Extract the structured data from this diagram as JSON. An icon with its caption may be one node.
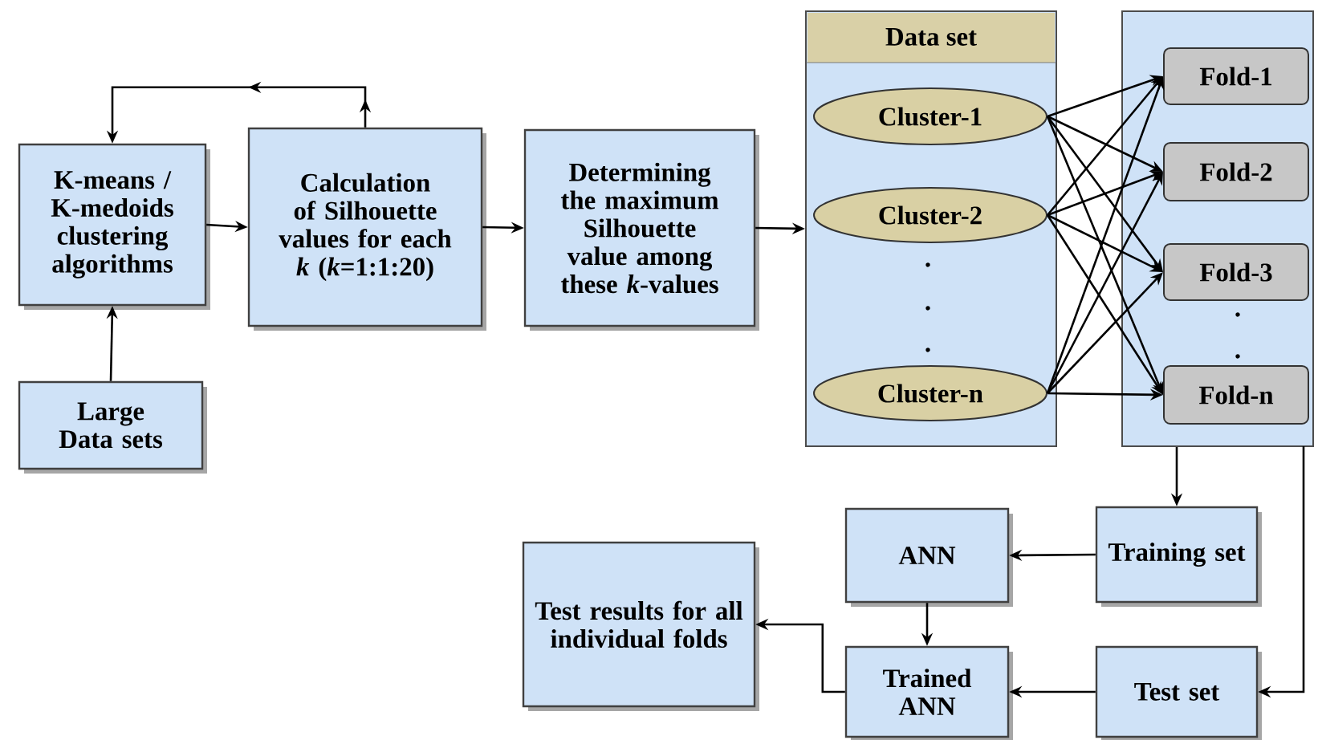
{
  "diagram": {
    "nodes": [
      {
        "text": [
          "Large Data sets"
        ]
      },
      {
        "text": [
          "K-means / K-medoids clustering algorithms"
        ]
      },
      {
        "text": [
          "Calculation of Silhouette values for each *k* (*k*=1:1:20)"
        ]
      },
      {
        "text": [
          "Determining the maximum Silhouette value among these *k*-values"
        ]
      },
      {
        "text": [
          "Data set"
        ]
      },
      {
        "text": [
          "Cluster-1"
        ],
        "in": 4
      },
      {
        "text": [
          "Cluster-2"
        ],
        "in": 4
      },
      {
        "text": [
          "Cluster-n"
        ],
        "in": 4
      },
      {
        "text": [],
        "shape": "box"
      },
      {
        "text": [
          "Fold-1"
        ],
        "in": 8
      },
      {
        "text": [
          "Fold-2"
        ],
        "in": 8
      },
      {
        "text": [
          "Fold-3"
        ],
        "in": 8
      },
      {
        "text": [
          "Fold-n"
        ],
        "in": 8
      },
      {
        "text": [
          "Training set"
        ]
      },
      {
        "text": [
          "ANN"
        ]
      },
      {
        "text": [
          "Test set"
        ]
      },
      {
        "text": [
          "Trained ANN"
        ]
      },
      {
        "text": [
          "Test results for all individual folds"
        ]
      }
    ],
    "edges": [
      {
        "from": 0,
        "to": 1,
        "arrow": "to"
      },
      {
        "from": 1,
        "to": 2,
        "arrow": "to"
      },
      {
        "from": 2,
        "to": 1,
        "arrow": "to"
      },
      {
        "from": 2,
        "to": 3,
        "arrow": "to"
      },
      {
        "from": 3,
        "to": 4,
        "arrow": "to"
      },
      {
        "from": 5,
        "to": 9,
        "arrow": "to"
      },
      {
        "from": 5,
        "to": 10,
        "arrow": "to"
      },
      {
        "from": 5,
        "to": 11,
        "arrow": "to"
      },
      {
        "from": 5,
        "to": 12,
        "arrow": "to"
      },
      {
        "from": 6,
        "to": 9,
        "arrow": "to"
      },
      {
        "from": 6,
        "to": 10,
        "arrow": "to"
      },
      {
        "from": 6,
        "to": 11,
        "arrow": "to"
      },
      {
        "from": 6,
        "to": 12,
        "arrow": "to"
      },
      {
        "from": 7,
        "to": 9,
        "arrow": "to"
      },
      {
        "from": 7,
        "to": 10,
        "arrow": "to"
      },
      {
        "from": 7,
        "to": 11,
        "arrow": "to"
      },
      {
        "from": 7,
        "to": 12,
        "arrow": "to"
      },
      {
        "from": 8,
        "to": 13,
        "arrow": "to"
      },
      {
        "from": 8,
        "to": 15,
        "arrow": "to"
      },
      {
        "from": 13,
        "to": 14,
        "arrow": "to"
      },
      {
        "from": 14,
        "to": 16,
        "arrow": "to"
      },
      {
        "from": 15,
        "to": 16,
        "arrow": "to"
      },
      {
        "from": 16,
        "to": 17,
        "arrow": "to"
      }
    ],
    "labels": [
      ".",
      ".",
      ".",
      ".",
      "."
    ]
  }
}
